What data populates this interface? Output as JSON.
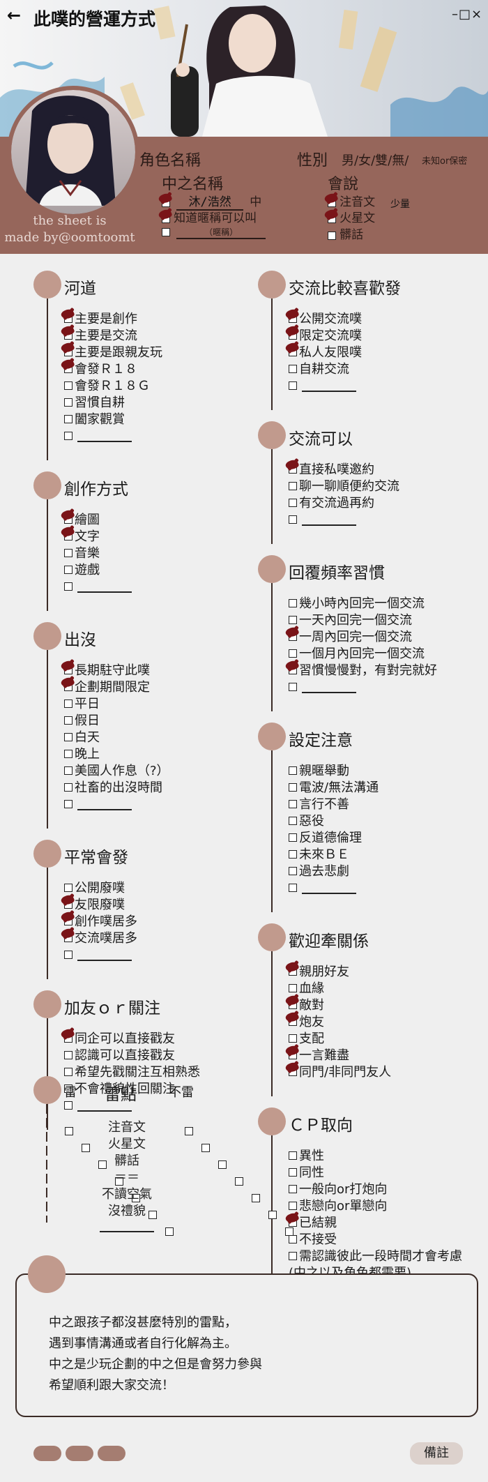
{
  "window": {
    "back_icon": "arrow-left-icon",
    "title": "此噗的營運方式",
    "controls": "–□×"
  },
  "profile": {
    "credit_line1": "the sheet is",
    "credit_line2": "made by@oomtoomt",
    "role_name_label": "角色名稱",
    "gender_label": "性別",
    "gender_options": "男/女/雙/無/",
    "gender_extra": "未知or保密",
    "zhongzhi_label": "中之名稱",
    "zhongzhi_name": "沐/浩然",
    "zhongzhi_suffix": "中",
    "zhongzhi_opt1": "知道暱稱可以叫",
    "zhongzhi_opt2_hint": "（暱稱）",
    "speak_label": "會說",
    "speak_options": [
      {
        "label": "注音文",
        "checked": true
      },
      {
        "label": "火星文",
        "checked": true
      },
      {
        "label": "髒話",
        "checked": false
      }
    ],
    "speak_note": "少量"
  },
  "sections_left": [
    {
      "title": "河道",
      "options": [
        {
          "label": "主要是創作",
          "checked": true
        },
        {
          "label": "主要是交流",
          "checked": true
        },
        {
          "label": "主要是跟親友玩",
          "checked": true
        },
        {
          "label": "會發Ｒ１８",
          "checked": true
        },
        {
          "label": "會發Ｒ１８Ｇ",
          "checked": false
        },
        {
          "label": "習慣自耕",
          "checked": false
        },
        {
          "label": "闔家觀賞",
          "checked": false
        },
        {
          "label": "",
          "checked": false
        }
      ]
    },
    {
      "title": "創作方式",
      "options": [
        {
          "label": "繪圖",
          "checked": true
        },
        {
          "label": "文字",
          "checked": true
        },
        {
          "label": "音樂",
          "checked": false
        },
        {
          "label": "遊戲",
          "checked": false
        },
        {
          "label": "",
          "checked": false
        }
      ]
    },
    {
      "title": "出沒",
      "options": [
        {
          "label": "長期駐守此噗",
          "checked": true
        },
        {
          "label": "企劃期間限定",
          "checked": true
        },
        {
          "label": "平日",
          "checked": false
        },
        {
          "label": "假日",
          "checked": false
        },
        {
          "label": "白天",
          "checked": false
        },
        {
          "label": "晚上",
          "checked": false
        },
        {
          "label": "美國人作息（?）",
          "checked": false
        },
        {
          "label": "社畜的出沒時間",
          "checked": false
        },
        {
          "label": "",
          "checked": false
        }
      ]
    },
    {
      "title": "平常會發",
      "options": [
        {
          "label": "公開廢噗",
          "checked": false
        },
        {
          "label": "友限廢噗",
          "checked": true
        },
        {
          "label": "創作噗居多",
          "checked": true
        },
        {
          "label": "交流噗居多",
          "checked": true
        },
        {
          "label": "",
          "checked": false
        }
      ]
    },
    {
      "title": "加友ｏｒ關注",
      "options": [
        {
          "label": "同企可以直接戳友",
          "checked": true
        },
        {
          "label": "認識可以直接戳友",
          "checked": false
        },
        {
          "label": "希望先戳關注互相熟悉",
          "checked": false
        },
        {
          "label": "不會禮貌性回關注",
          "checked": false
        },
        {
          "label": "",
          "checked": false
        }
      ]
    }
  ],
  "sections_right": [
    {
      "title": "交流比較喜歡發",
      "options": [
        {
          "label": "公開交流噗",
          "checked": true
        },
        {
          "label": "限定交流噗",
          "checked": true
        },
        {
          "label": "私人友限噗",
          "checked": true
        },
        {
          "label": "自耕交流",
          "checked": false
        },
        {
          "label": "",
          "checked": false
        }
      ]
    },
    {
      "title": "交流可以",
      "options": [
        {
          "label": "直接私噗邀約",
          "checked": true
        },
        {
          "label": "聊一聊順便約交流",
          "checked": false
        },
        {
          "label": "有交流過再約",
          "checked": false
        },
        {
          "label": "",
          "checked": false
        }
      ]
    },
    {
      "title": "回覆頻率習慣",
      "options": [
        {
          "label": "幾小時內回完一個交流",
          "checked": false
        },
        {
          "label": "一天內回完一個交流",
          "checked": false
        },
        {
          "label": "一周內回完一個交流",
          "checked": true
        },
        {
          "label": "一個月內回完一個交流",
          "checked": false
        },
        {
          "label": "習慣慢慢對，有對完就好",
          "checked": true
        },
        {
          "label": "",
          "checked": false
        }
      ]
    },
    {
      "title": "設定注意",
      "options": [
        {
          "label": "親暱舉動",
          "checked": false
        },
        {
          "label": "電波/無法溝通",
          "checked": false
        },
        {
          "label": "言行不善",
          "checked": false
        },
        {
          "label": "惡役",
          "checked": false
        },
        {
          "label": "反道德倫理",
          "checked": false
        },
        {
          "label": "未來ＢＥ",
          "checked": false
        },
        {
          "label": "過去悲劇",
          "checked": false
        },
        {
          "label": "",
          "checked": false
        }
      ]
    },
    {
      "title": "歡迎牽關係",
      "options": [
        {
          "label": "親朋好友",
          "checked": true
        },
        {
          "label": "血緣",
          "checked": false
        },
        {
          "label": "敵對",
          "checked": true
        },
        {
          "label": "炮友",
          "checked": true
        },
        {
          "label": "支配",
          "checked": false
        },
        {
          "label": "一言難盡",
          "checked": true
        },
        {
          "label": "同門/非同門友人",
          "checked": true
        }
      ]
    },
    {
      "title": "ＣＰ取向",
      "options": [
        {
          "label": "異性",
          "checked": false
        },
        {
          "label": "同性",
          "checked": false
        },
        {
          "label": "一般向or打炮向",
          "checked": false
        },
        {
          "label": "悲戀向or單戀向",
          "checked": false
        },
        {
          "label": "已結親",
          "checked": true
        },
        {
          "label": "不接受",
          "checked": false
        },
        {
          "label": "需認識彼此一段時間才會考慮",
          "checked": false
        },
        {
          "label": "(中之以及角色都需要)",
          "checked": false,
          "no_box": true
        },
        {
          "label": "",
          "checked": false
        }
      ]
    }
  ],
  "landmines": {
    "col_yes": "雷",
    "title": "雷點",
    "col_no": "不雷",
    "rows": [
      "注音文",
      "火星文",
      "髒話",
      "＝＝",
      "不讀空氣",
      "沒禮貌",
      ""
    ]
  },
  "note": {
    "lines": [
      "中之跟孩子都沒甚麼特別的雷點，",
      "遇到事情溝通或者自行化解為主。",
      "中之是少玩企劃的中之但是會努力參與",
      "希望順利跟大家交流！"
    ]
  },
  "footer": {
    "remark_button": "備註"
  },
  "colors": {
    "accent_brown": "#96665b",
    "dot": "#c19a8d",
    "check": "#7a1418"
  }
}
